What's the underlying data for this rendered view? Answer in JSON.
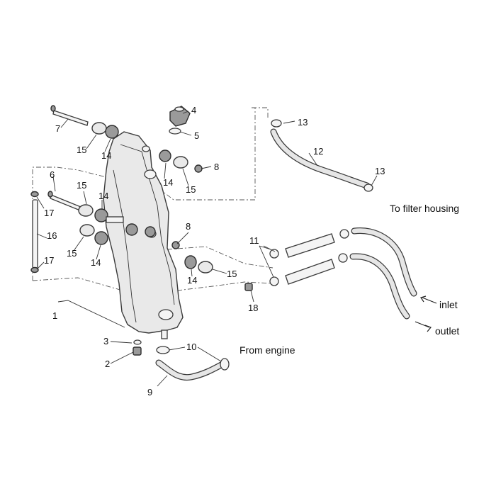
{
  "callouts": {
    "c1": "1",
    "c2": "2",
    "c3": "3",
    "c4": "4",
    "c5": "5",
    "c6": "6",
    "c7": "7",
    "c8a": "8",
    "c8b": "8",
    "c9": "9",
    "c10": "10",
    "c11": "11",
    "c12": "12",
    "c13a": "13",
    "c13b": "13",
    "c14a": "14",
    "c14b": "14",
    "c14c": "14",
    "c14d": "14",
    "c14e": "14",
    "c15a": "15",
    "c15b": "15",
    "c15c": "15",
    "c15d": "15",
    "c15e": "15",
    "c16": "16",
    "c17a": "17",
    "c17b": "17",
    "c18": "18"
  },
  "annotations": {
    "to_filter": "To filter housing",
    "inlet": "inlet",
    "outlet": "outlet",
    "from_engine": "From engine"
  }
}
